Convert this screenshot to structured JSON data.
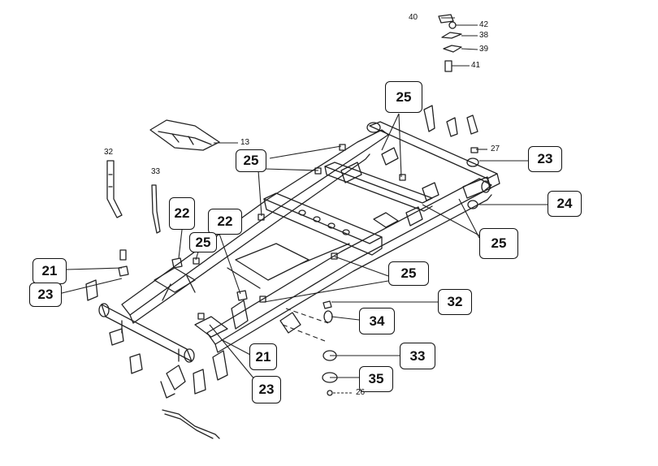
{
  "diagram": {
    "callouts": {
      "c25_top": "25",
      "c25_left": "25",
      "c23_right": "23",
      "c24": "24",
      "c25_right": "25",
      "c22_a": "22",
      "c22_b": "22",
      "c25_mid": "25",
      "c21_left": "21",
      "c23_left": "23",
      "c25_center": "25",
      "c32": "32",
      "c34": "34",
      "c33": "33",
      "c35": "35",
      "c21_bottom": "21",
      "c23_bottom": "23"
    },
    "small_labels": {
      "l40": "40",
      "l42": "42",
      "l38": "38",
      "l39": "39",
      "l41": "41",
      "l13": "13",
      "l27": "27",
      "l26": "26",
      "l32": "32",
      "l33": "33"
    }
  }
}
